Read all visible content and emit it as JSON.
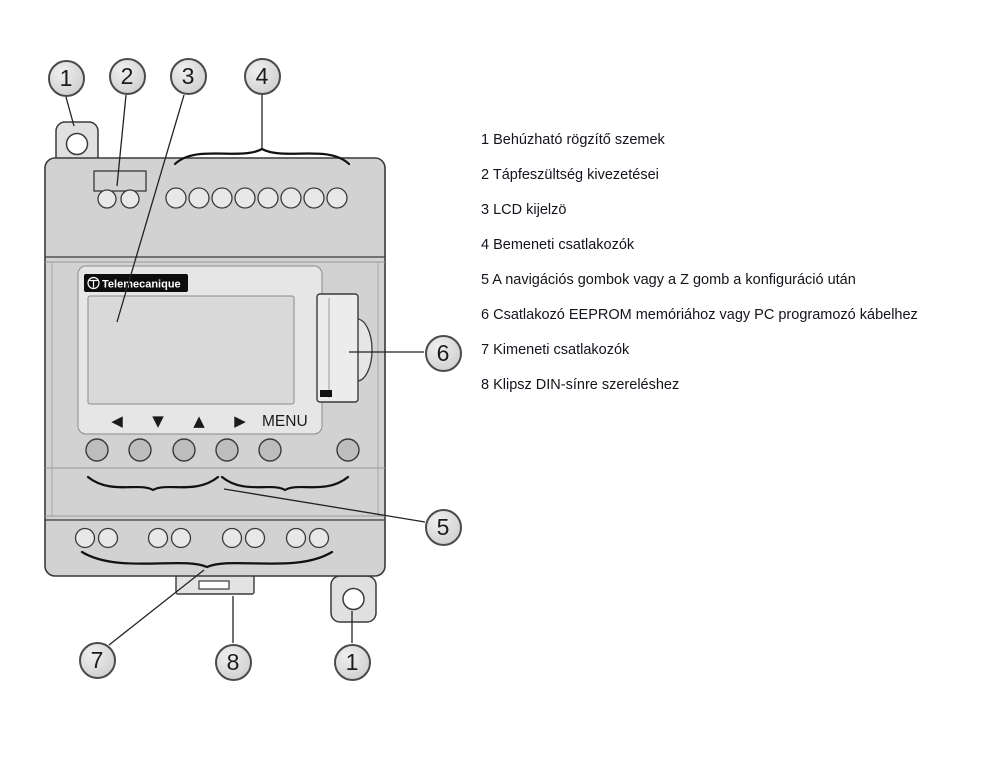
{
  "legend": {
    "items": [
      "1 Behúzható rögzítő szemek",
      "2 Tápfeszültség kivezetései",
      "3 LCD kijelzö",
      "4 Bemeneti csatlakozók",
      "5 A navigációs gombok vagy a Z gomb a konfiguráció után",
      "6 Csatlakozó EEPROM memóriához vagy PC programozó kábelhez",
      "7 Kimeneti csatlakozók",
      "8 Klipsz DIN-sínre szereléshez"
    ]
  },
  "callouts": {
    "one_top": "1",
    "two": "2",
    "three": "3",
    "four": "4",
    "five": "5",
    "six": "6",
    "seven": "7",
    "eight": "8",
    "one_bottom": "1"
  },
  "device": {
    "brand": "Telemecanique",
    "menu_label": "MENU",
    "nav_left": "◀",
    "nav_down": "▼",
    "nav_up": "▲",
    "nav_right": "▶"
  },
  "colors": {
    "body_grey": "#d2d2d2",
    "panel_grey": "#e6e6e6",
    "outline": "#3a3a3a",
    "brand_bar": "#0d0d0d"
  }
}
